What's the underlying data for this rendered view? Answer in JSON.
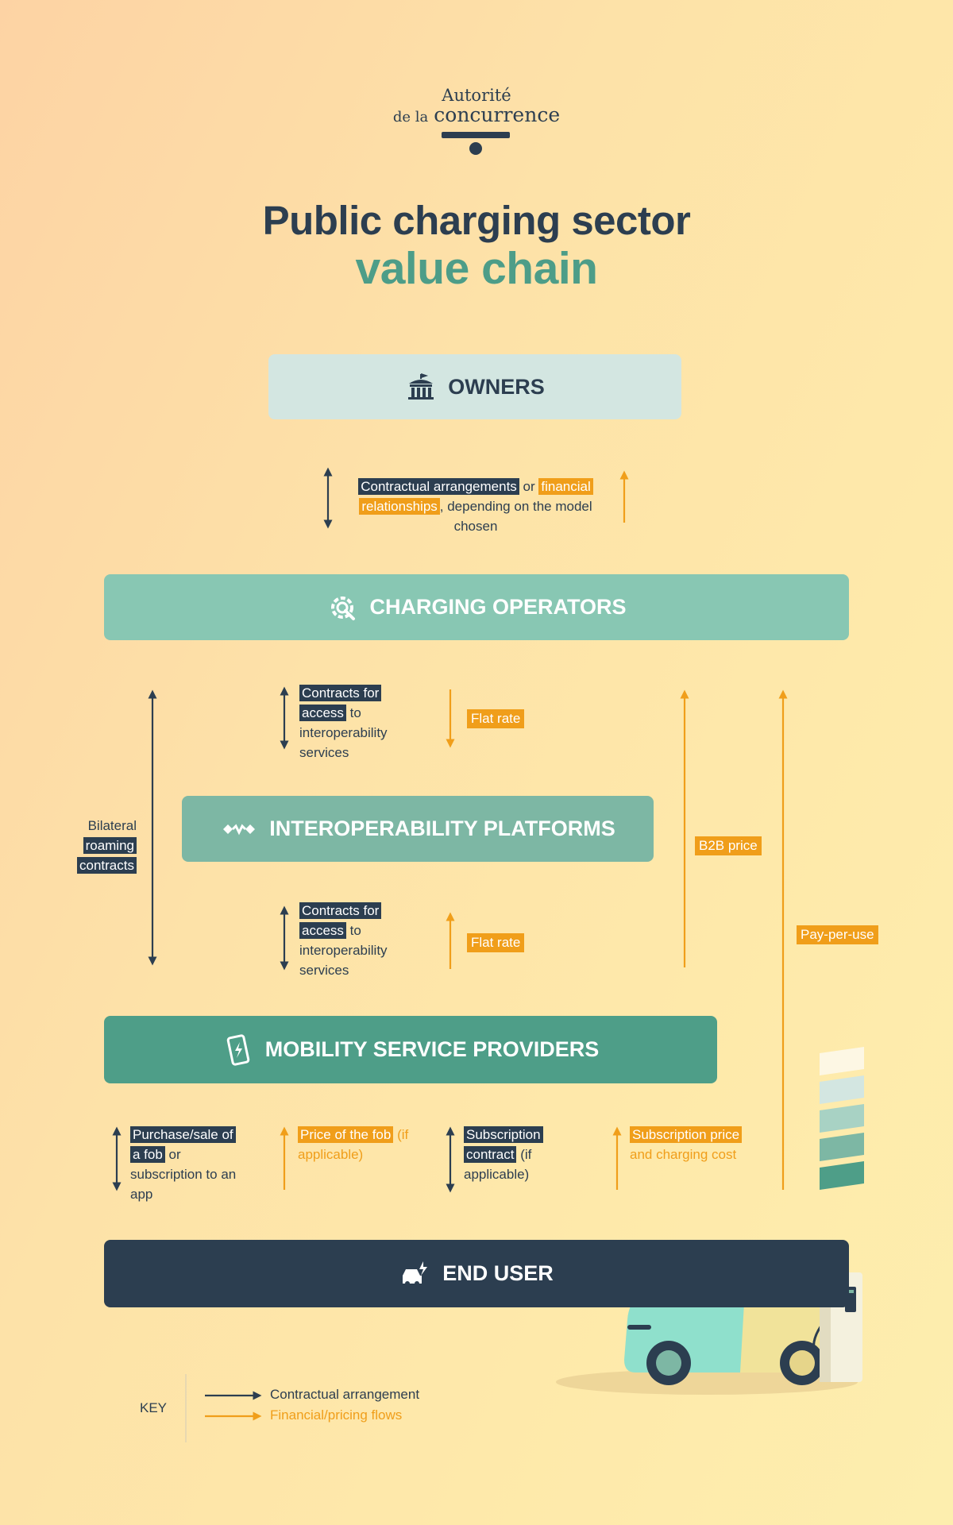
{
  "logo": {
    "line1": "Autorité",
    "line2a": "de la",
    "line2b": "concurrence"
  },
  "title": {
    "line1": "Public charging sector",
    "line2": "value chain"
  },
  "boxes": {
    "owners": "OWNERS",
    "charging_operators": "CHARGING OPERATORS",
    "interoperability_platforms": "INTEROPERABILITY PLATFORMS",
    "mobility_service_providers": "MOBILITY SERVICE PROVIDERS",
    "end_user": "END USER"
  },
  "labels": {
    "owners_cpo": {
      "contractual": "Contractual arrangements",
      "or": " or ",
      "financial": "financial",
      "relationships": "relationships",
      "rest": ", depending on the model chosen"
    },
    "cpo_inter": {
      "hl1": "Contracts for",
      "hl2": "access",
      "rest1": " to",
      "rest2": "interoperability",
      "rest3": "services"
    },
    "inter_msp": {
      "hl1": "Contracts for",
      "hl2": "access",
      "rest1": " to",
      "rest2": "interoperability",
      "rest3": "services"
    },
    "flat_rate_top": "Flat rate",
    "flat_rate_bottom": "Flat rate",
    "bilateral": {
      "l1": "Bilateral",
      "l2": "roaming",
      "l3": "contracts"
    },
    "b2b_price": "B2B price",
    "pay_per_use": "Pay-per-use",
    "fob": {
      "hl1": "Purchase/sale of",
      "hl2": "a fob",
      "rest1": " or",
      "rest2": "subscription to an",
      "rest3": "app"
    },
    "fob_price": {
      "hl": "Price of the fob",
      "rest1": " (if",
      "rest2": "applicable)"
    },
    "subscription": {
      "hl1": "Subscription",
      "hl2": "contract",
      "rest1": " (if",
      "rest2": "applicable)"
    },
    "subscription_price": {
      "hl": "Subscription price",
      "rest": "and charging cost"
    }
  },
  "key": {
    "title": "KEY",
    "contractual": "Contractual arrangement",
    "financial": "Financial/pricing flows"
  },
  "colors": {
    "dark": "#2c3e50",
    "orange": "#f09e1a",
    "green_dark": "#4e9e88",
    "green_mid": "#7db7a4",
    "green_light": "#88c7b3",
    "pale": "#d3e6e1"
  },
  "icons": [
    "building-icon",
    "gear-plug-icon",
    "link-icon",
    "phone-charge-icon",
    "car-charge-icon",
    "electric-car-icon"
  ]
}
